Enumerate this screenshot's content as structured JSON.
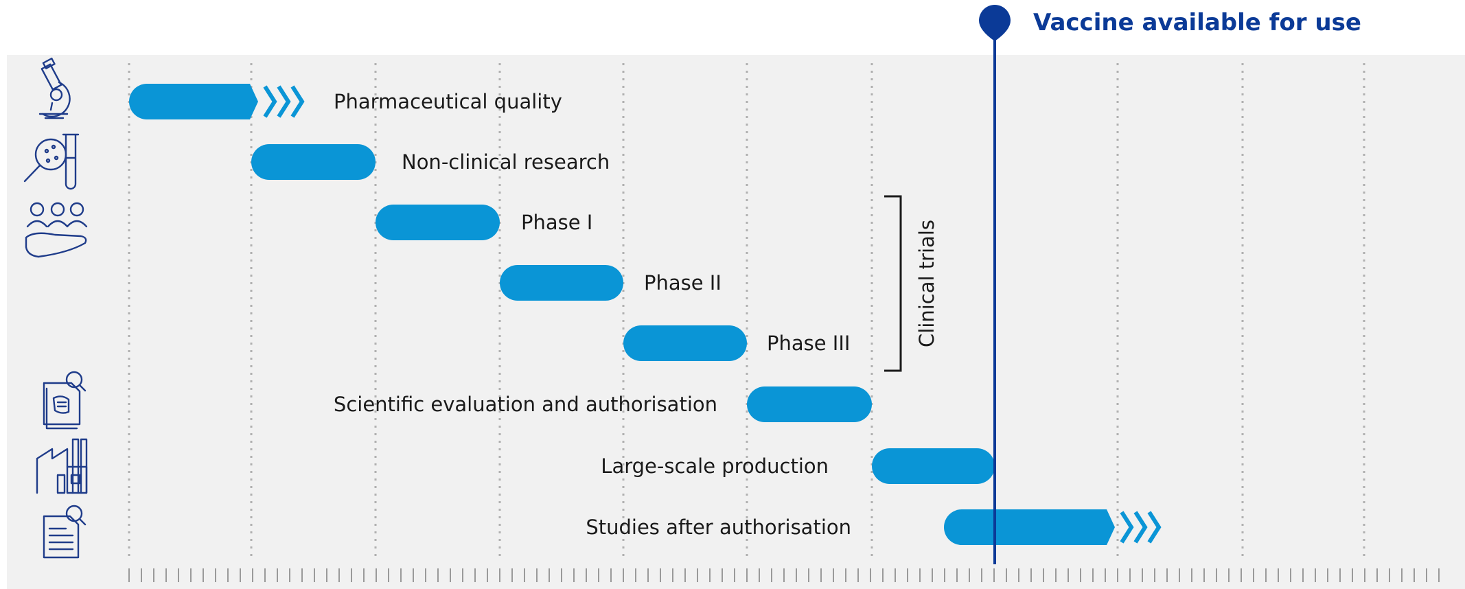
{
  "colors": {
    "bar": "#0a95d6",
    "milestone": "#0b3a97",
    "icon": "#1f3c8a",
    "gridline": "#b0b0b0",
    "panel": "#f1f1f1"
  },
  "milestone": {
    "label": "Vaccine available for use"
  },
  "bracket": {
    "label": "Clinical trials"
  },
  "tasks": [
    {
      "label": "Pharmaceutical quality",
      "icon": "microscope-icon",
      "continues": true
    },
    {
      "label": "Non-clinical research",
      "icon": "test-tube-magnifier-icon",
      "continues": false
    },
    {
      "label": "Phase I",
      "icon": "people-hand-icon",
      "continues": false
    },
    {
      "label": "Phase II",
      "icon": "",
      "continues": false
    },
    {
      "label": "Phase III",
      "icon": "",
      "continues": false
    },
    {
      "label": "Scientific evaluation and authorisation",
      "icon": "document-search-icon",
      "continues": false
    },
    {
      "label": "Large-scale production",
      "icon": "factory-icon",
      "continues": false
    },
    {
      "label": "Studies after authorisation",
      "icon": "document-list-search-icon",
      "continues": true
    }
  ]
}
